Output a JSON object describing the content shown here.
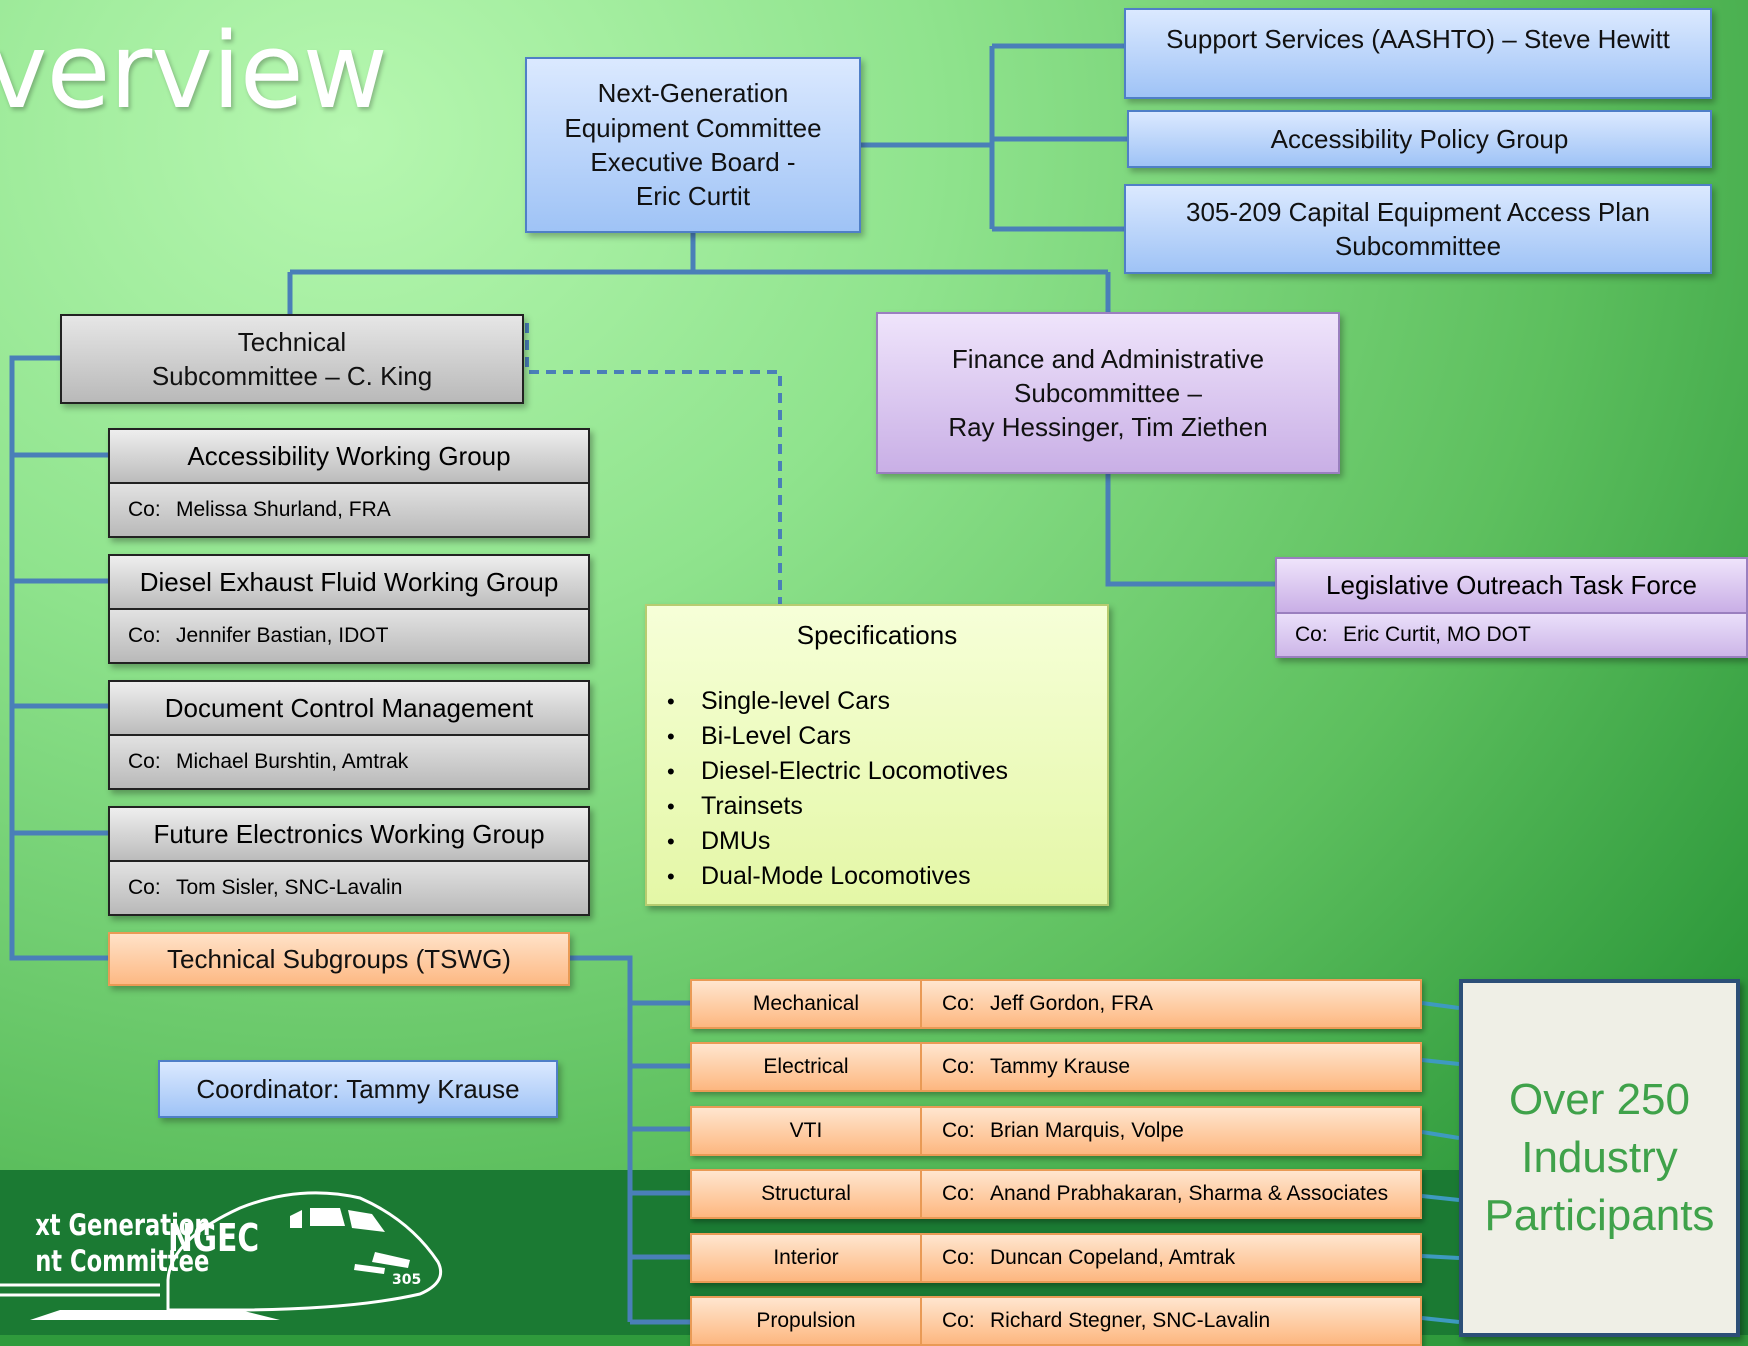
{
  "title": "verview",
  "executive_board": {
    "lines": [
      "Next-Generation",
      "Equipment Committee",
      "Executive Board -",
      "Eric Curtit"
    ]
  },
  "right_groups": [
    {
      "label": "Support Services (AASHTO) – Steve Hewitt"
    },
    {
      "label": "Accessibility Policy Group"
    },
    {
      "lines": [
        "305-209 Capital Equipment Access Plan",
        "Subcommittee"
      ]
    }
  ],
  "technical_subcommittee": {
    "lines": [
      "Technical",
      "Subcommittee – C. King"
    ]
  },
  "finance": {
    "lines": [
      "Finance and Administrative",
      "Subcommittee –",
      "Ray Hessinger, Tim Ziethen"
    ]
  },
  "working_groups": [
    {
      "name": "Accessibility Working Group",
      "co_label": "Co:",
      "co": "Melissa Shurland, FRA"
    },
    {
      "name": "Diesel Exhaust Fluid Working Group",
      "co_label": "Co:",
      "co": "Jennifer Bastian, IDOT"
    },
    {
      "name": "Document Control Management",
      "co_label": "Co:",
      "co": "Michael Burshtin, Amtrak"
    },
    {
      "name": "Future Electronics Working Group",
      "co_label": "Co:",
      "co": "Tom Sisler, SNC-Lavalin"
    }
  ],
  "tswg": {
    "label": "Technical Subgroups (TSWG)"
  },
  "coordinator": {
    "label": "Coordinator: Tammy Krause"
  },
  "specifications": {
    "title": "Specifications",
    "items": [
      "Single-level Cars",
      "Bi-Level Cars",
      "Diesel-Electric Locomotives",
      "Trainsets",
      "DMUs",
      "Dual-Mode Locomotives"
    ]
  },
  "legislative": {
    "name": "Legislative Outreach Task Force",
    "co_label": "Co:",
    "co": "Eric Curtit, MO DOT"
  },
  "subgroups": [
    {
      "name": "Mechanical",
      "co_label": "Co:",
      "co": "Jeff Gordon, FRA"
    },
    {
      "name": "Electrical",
      "co_label": "Co:",
      "co": "Tammy Krause"
    },
    {
      "name": "VTI",
      "co_label": "Co:",
      "co": "Brian Marquis, Volpe"
    },
    {
      "name": "Structural",
      "co_label": "Co:",
      "co": "Anand Prabhakaran, Sharma & Associates"
    },
    {
      "name": "Interior",
      "co_label": "Co:",
      "co": "Duncan Copeland, Amtrak"
    },
    {
      "name": "Propulsion",
      "co_label": "Co:",
      "co": "Richard Stegner, SNC-Lavalin"
    }
  ],
  "participants": {
    "lines": [
      "Over 250",
      "Industry",
      "Participants"
    ]
  },
  "logo": {
    "line1": "xt Generation",
    "line2": "nt Committee",
    "badge": "NGEC",
    "number": "305"
  },
  "colors": {
    "connector": "#4a7fb8",
    "participants_text": "#3fa24a",
    "band": "#1b7a33"
  }
}
